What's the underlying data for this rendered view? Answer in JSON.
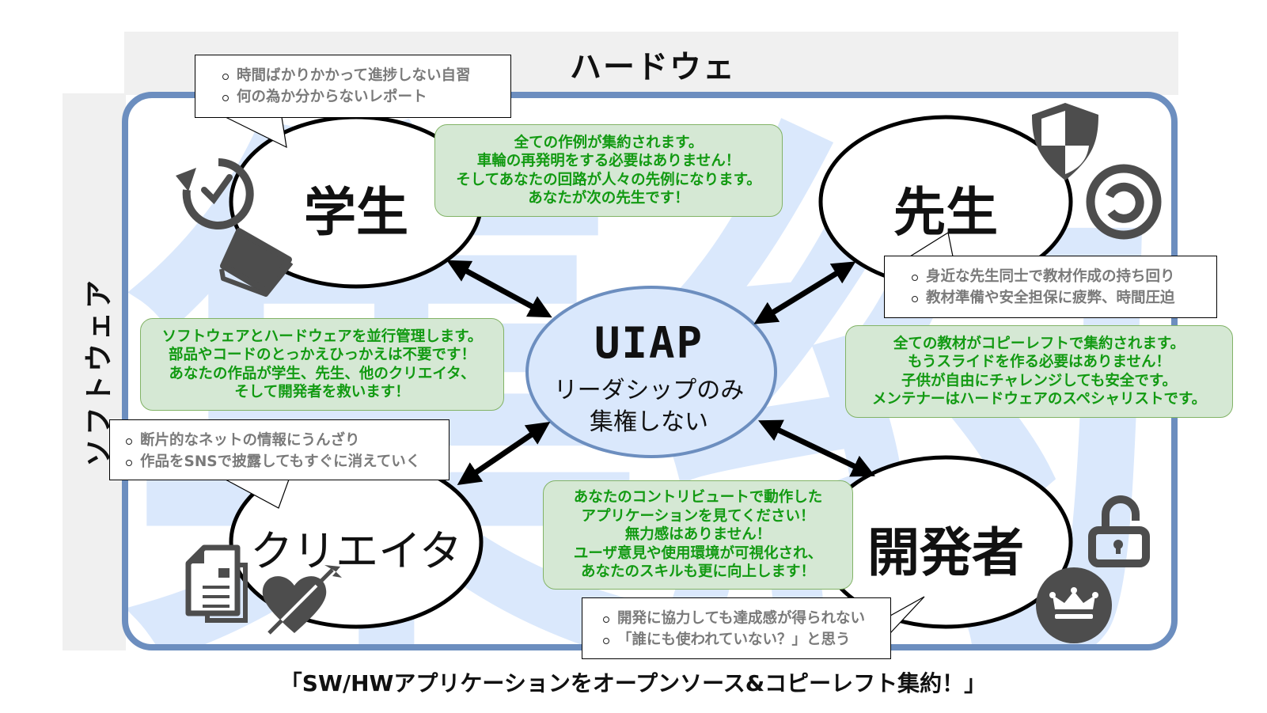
{
  "axes": {
    "top_label": "ハードウェア",
    "left_label": "ソフトウェア"
  },
  "watermark": "集約",
  "center": {
    "title": "UIAP",
    "line1": "リーダシップのみ",
    "line2": "集権しない"
  },
  "roles": {
    "student": {
      "label": "学生",
      "icons": [
        "clock-refresh-icon",
        "book-icon"
      ],
      "pain_points": [
        "時間ばかりかかって進捗しない自習",
        "何の為か分からないレポート"
      ],
      "benefit": [
        "全ての作例が集約されます。",
        "車輪の再発明をする必要はありません！",
        "そしてあなたの回路が人々の先例になります。",
        "あなたが次の先生です！"
      ]
    },
    "teacher": {
      "label": "先生",
      "icons": [
        "shield-icon",
        "copyleft-icon"
      ],
      "pain_points": [
        "身近な先生同士で教材作成の持ち回り",
        "教材準備や安全担保に疲弊、時間圧迫"
      ],
      "benefit": [
        "全ての教材がコピーレフトで集約されます。",
        "もうスライドを作る必要はありません！",
        "子供が自由にチャレンジしても安全です。",
        "メンテナーはハードウェアのスペシャリストです。"
      ]
    },
    "creator": {
      "label": "クリエイタ",
      "icons": [
        "documents-icon",
        "heart-arrow-icon"
      ],
      "pain_points": [
        "断片的なネットの情報にうんざり",
        "作品をSNSで披露してもすぐに消えていく"
      ],
      "benefit": [
        "ソフトウェアとハードウェアを並行管理します。",
        "部品やコードのとっかえひっかえは不要です！",
        "あなたの作品が学生、先生、他のクリエイタ、",
        "そして開発者を救います！"
      ]
    },
    "developer": {
      "label": "開発者",
      "icons": [
        "unlock-icon",
        "crown-icon"
      ],
      "pain_points": [
        "開発に協力しても達成感が得られない",
        "「誰にも使われていない？」と思う"
      ],
      "benefit": [
        "あなたのコントリビュートで動作した",
        "アプリケーションを見てください！",
        "無力感はありません！",
        "ユーザ意見や使用環境が可視化され、",
        "あなたのスキルも更に向上します！"
      ]
    }
  },
  "footer": "「SW/HWアプリケーションをオープンソース&コピーレフト集約！」",
  "colors": {
    "frame": "#6c8ebf",
    "center_fill": "#dae8fc",
    "benefit_fill": "#d5e8d4",
    "benefit_border": "#82b366",
    "benefit_text": "#129a12",
    "pain_text": "#7a7a7a",
    "icon": "#4d4d4d",
    "band": "#f0f0f0",
    "watermark": "#dae8fc"
  }
}
